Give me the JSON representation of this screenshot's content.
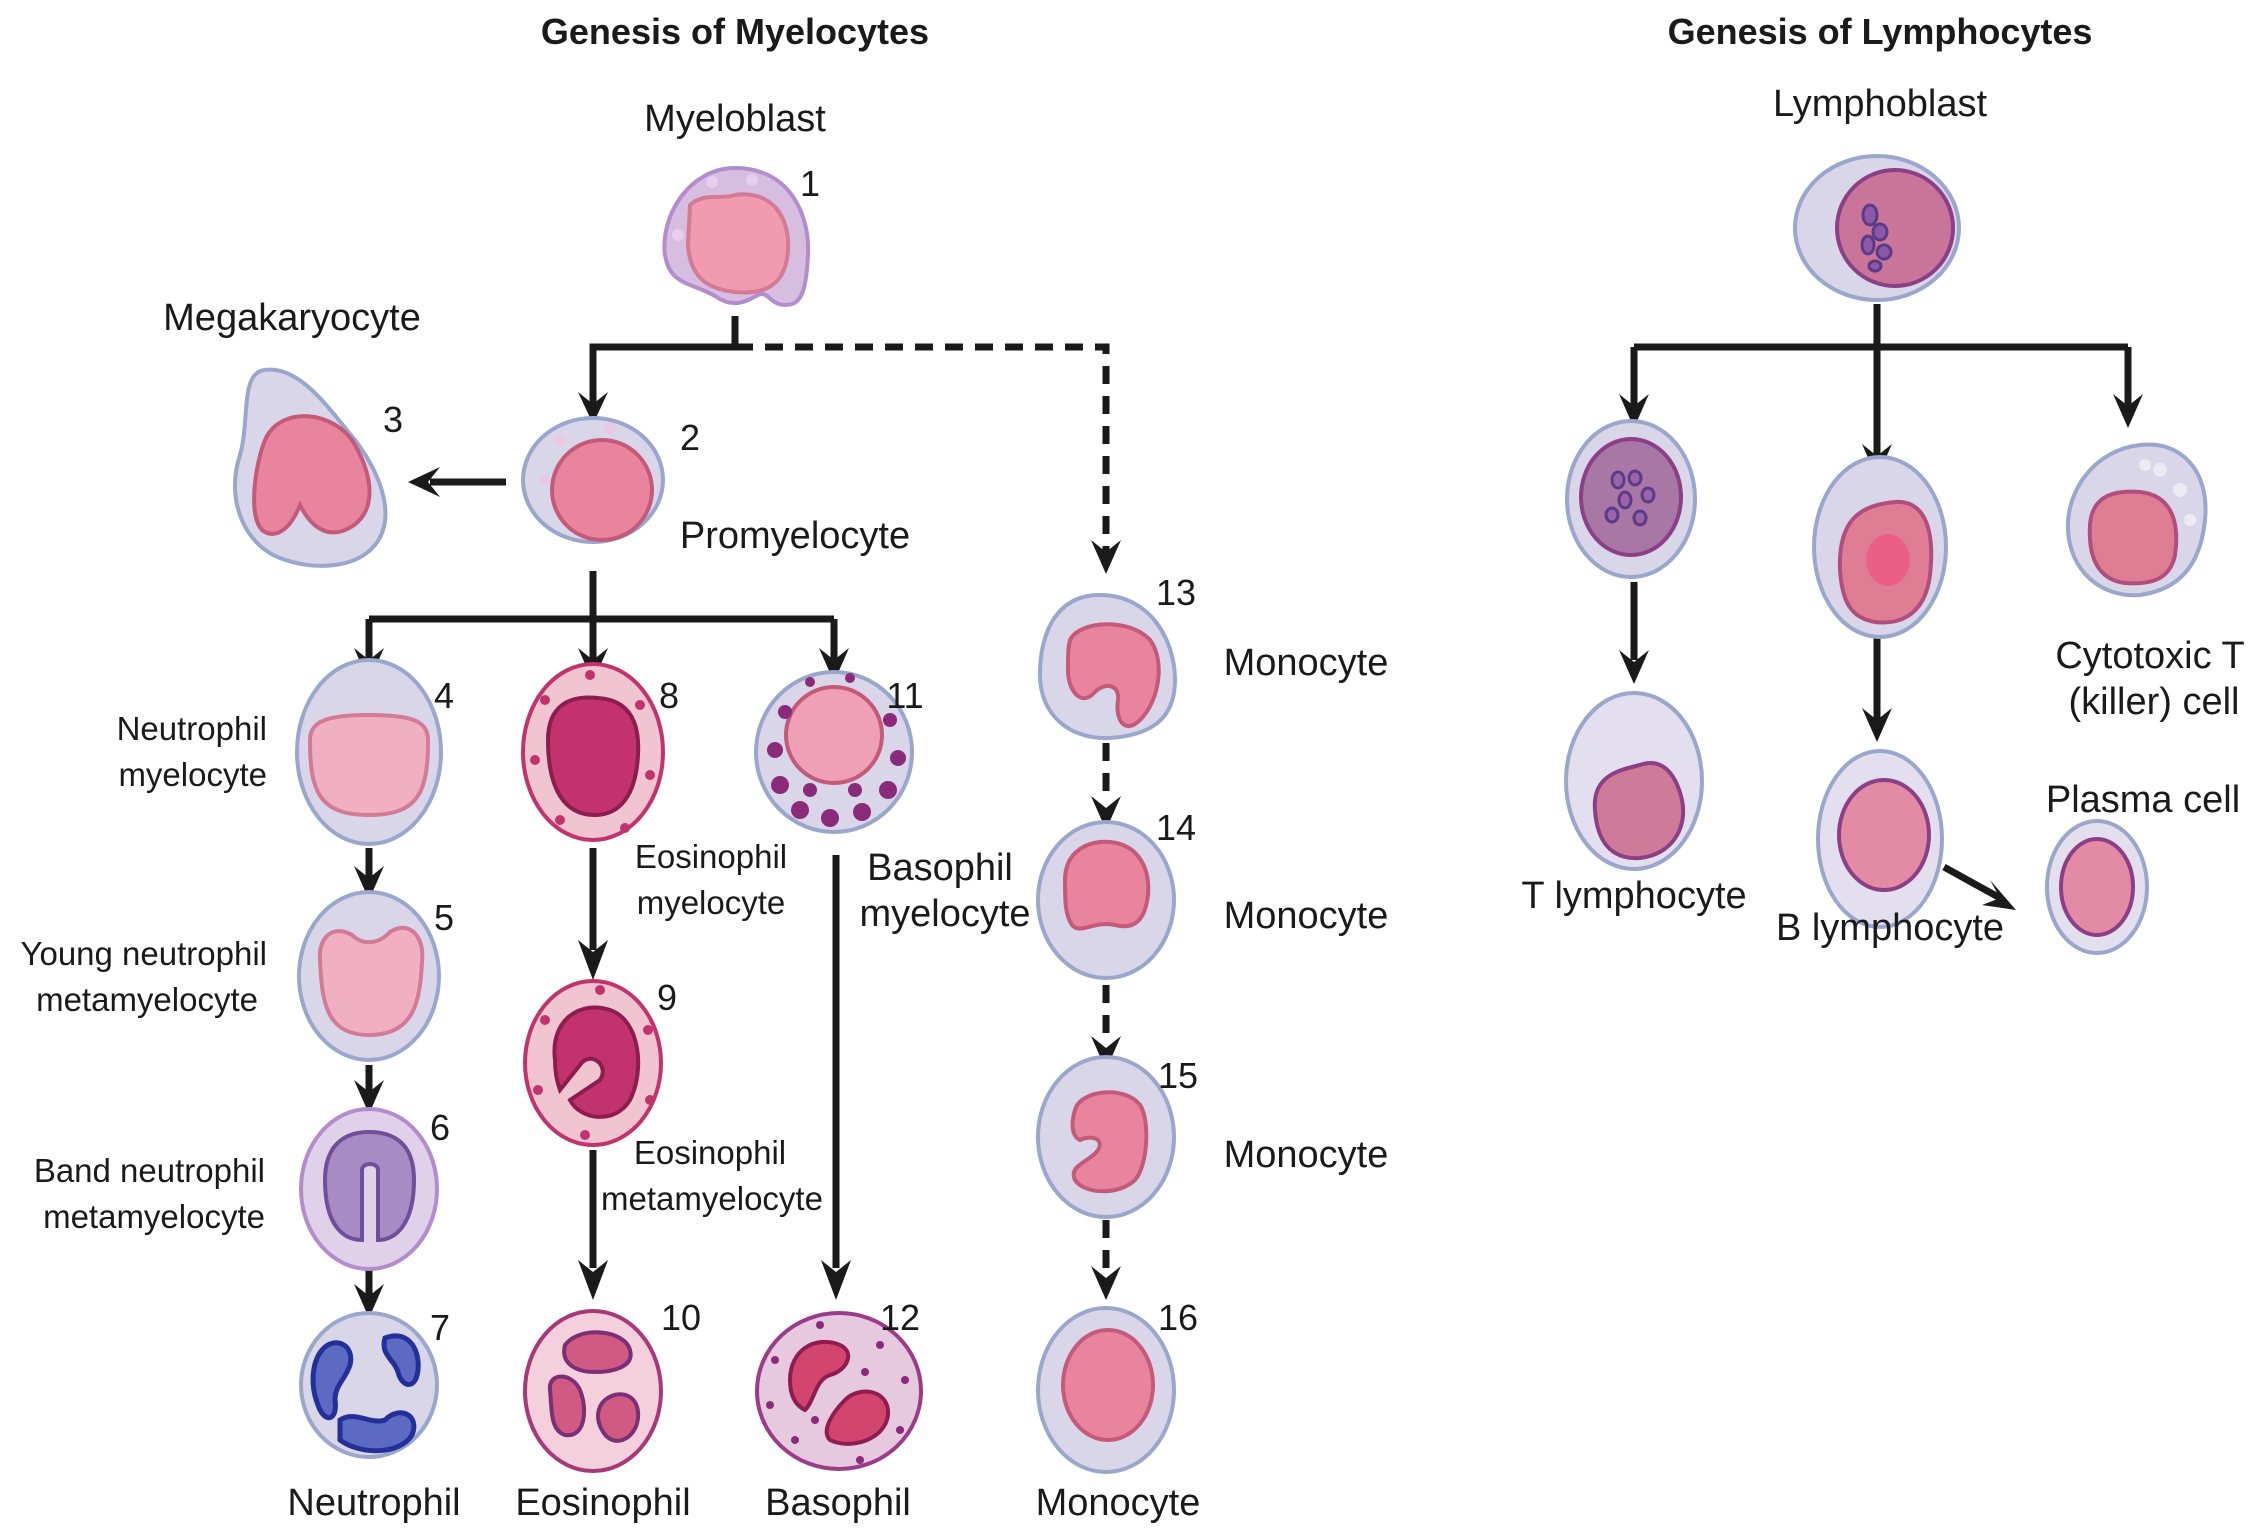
{
  "titles": {
    "myelocytes": "Genesis of Myelocytes",
    "lymphocytes": "Genesis of Lymphocytes"
  },
  "myeloid": {
    "myeloblast": {
      "label": "Myeloblast",
      "number": "1"
    },
    "promyelocyte": {
      "label": "Promyelocyte",
      "number": "2"
    },
    "megakaryocyte": {
      "label": "Megakaryocyte",
      "number": "3"
    },
    "neutrophil_myelocyte": {
      "label_line1": "Neutrophil",
      "label_line2": "myelocyte",
      "number": "4"
    },
    "young_neutrophil_metamyelocyte": {
      "label_line1": "Young neutrophil",
      "label_line2": "metamyelocyte",
      "number": "5"
    },
    "band_neutrophil_metamyelocyte": {
      "label_line1": "Band neutrophil",
      "label_line2": "metamyelocyte",
      "number": "6"
    },
    "neutrophil": {
      "label": "Neutrophil",
      "number": "7"
    },
    "eosinophil_myelocyte": {
      "label_line1": "Eosinophil",
      "label_line2": "myelocyte",
      "number": "8"
    },
    "eosinophil_metamyelocyte": {
      "label_line1": "Eosinophil",
      "label_line2": "metamyelocyte",
      "number": "9"
    },
    "eosinophil": {
      "label": "Eosinophil",
      "number": "10"
    },
    "basophil_myelocyte": {
      "label_line1": "Basophil",
      "label_line2": "myelocyte",
      "number": "11"
    },
    "basophil": {
      "label": "Basophil",
      "number": "12"
    },
    "monocyte_13": {
      "label": "Monocyte",
      "number": "13"
    },
    "monocyte_14": {
      "label": "Monocyte",
      "number": "14"
    },
    "monocyte_15": {
      "label": "Monocyte",
      "number": "15"
    },
    "monocyte_16": {
      "label": "Monocyte",
      "number": "16"
    }
  },
  "lymphoid": {
    "lymphoblast": {
      "label": "Lymphoblast"
    },
    "t_lymphocyte": {
      "label": "T lymphocyte"
    },
    "b_lymphocyte": {
      "label": "B lymphocyte"
    },
    "cytotoxic_t": {
      "label_line1": "Cytotoxic T",
      "label_line2": "(killer) cell"
    },
    "plasma_cell": {
      "label": "Plasma cell"
    }
  },
  "colors": {
    "arrow": "#1a1a1a",
    "cytoplasm": "#d8d6e8",
    "nucleus_pink": "#e9849e",
    "eosinophil_granule": "#c2336e",
    "basophil_granule": "#8a2a78",
    "neutrophil_nucleus": "#23309a"
  }
}
